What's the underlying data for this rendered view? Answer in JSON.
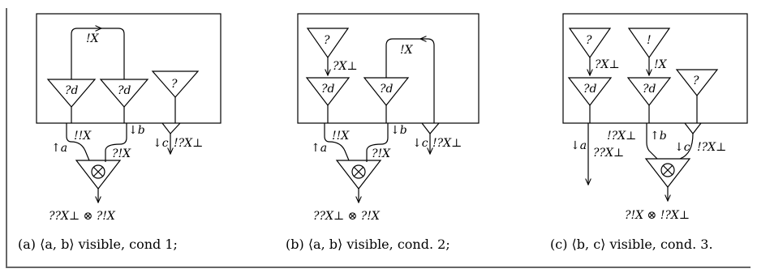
{
  "panels": [
    {
      "caption": "(a) ⟨a, b⟩ visible, cond 1;",
      "top_label": "!X",
      "box_nodes": [
        "?d",
        "?d",
        "?"
      ],
      "port_labels": [
        "!!X",
        "↓b",
        "↑a",
        "?!X",
        "↓c",
        "!?X⊥"
      ],
      "tensor": "⊗",
      "bottom_formula": "??X⊥ ⊗ ?!X"
    },
    {
      "caption": "(b) ⟨a, b⟩ visible, cond. 2;",
      "top_label": "!X",
      "box_nodes": [
        "?",
        "?d",
        "?d"
      ],
      "inner_label": "?X⊥",
      "port_labels": [
        "!!X",
        "↓b",
        "↑a",
        "?!X",
        "↓c",
        "!?X⊥"
      ],
      "tensor": "⊗",
      "bottom_formula": "??X⊥ ⊗ ?!X"
    },
    {
      "caption": "(c) ⟨b, c⟩ visible, cond. 3.",
      "box_nodes": [
        "?",
        "!",
        "?d",
        "?d",
        "?"
      ],
      "inner_labels": [
        "?X⊥",
        "!X"
      ],
      "port_labels": [
        "↓a",
        "??X⊥",
        "!?X⊥",
        "↑b",
        "↓c",
        "!?X⊥"
      ],
      "tensor": "⊗",
      "bottom_formula": "?!X ⊗ !?X⊥"
    }
  ]
}
